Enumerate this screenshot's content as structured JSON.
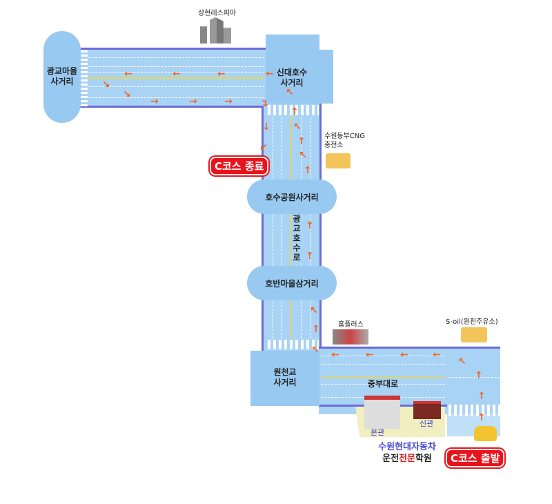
{
  "intersections": {
    "gwanggyo": "광교마을\n사거리",
    "sindae": "신대호수\n사거리",
    "hosu_park": "호수공원사거리",
    "hoban": "호반마을삼거리",
    "woncheon": "원천교\n사거리"
  },
  "roads": {
    "vertical": "광교호수로",
    "horizontal": "중부대로"
  },
  "landmarks": {
    "apartment": "상현레스피아",
    "cng": "수원동부CNG\n충전소",
    "homeplus": "홈플러스",
    "soil": "S-oil(원천주유소)",
    "main_bldg": "본관",
    "new_bldg": "신관"
  },
  "academy": {
    "line1": "수원현대자동차",
    "line2a": "운전",
    "line2b": "전문",
    "line2c": "학원"
  },
  "course": {
    "start": "C코스 출발",
    "end": "C코스 종료"
  },
  "colors": {
    "road": "#a9d3f5",
    "border": "#6b6bd6",
    "arrow": "#f26522",
    "badge": "#e8141c"
  }
}
